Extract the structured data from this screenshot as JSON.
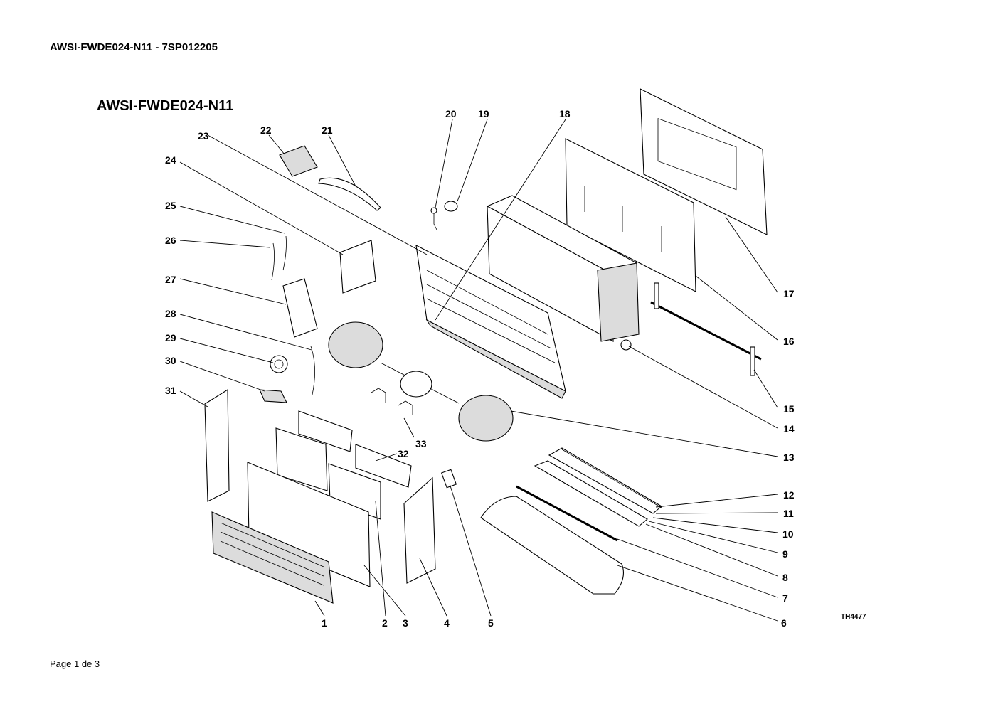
{
  "header": {
    "text": "AWSI-FWDE024-N11 - 7SP012205"
  },
  "diagram": {
    "title": "AWSI-FWDE024-N11",
    "drawing_code": "TH4477",
    "part_labels": [
      "1",
      "2",
      "3",
      "4",
      "5",
      "6",
      "7",
      "8",
      "9",
      "10",
      "11",
      "12",
      "13",
      "14",
      "15",
      "16",
      "17",
      "18",
      "19",
      "20",
      "21",
      "22",
      "23",
      "24",
      "25",
      "26",
      "27",
      "28",
      "29",
      "30",
      "31",
      "32",
      "33"
    ]
  },
  "footer": {
    "page": "Page 1 de 3"
  }
}
